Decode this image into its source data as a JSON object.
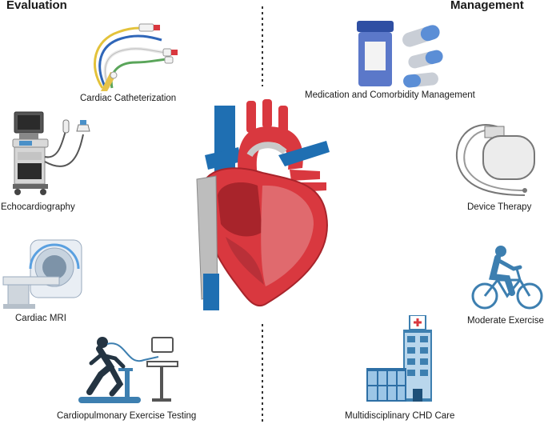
{
  "headings": {
    "evaluation": "Evaluation",
    "management": "Management"
  },
  "evaluation_items": [
    {
      "label": "Cardiac Catheterization",
      "icon": "catheter-icon"
    },
    {
      "label": "Echocardiography",
      "icon": "ultrasound-machine-icon"
    },
    {
      "label": "Cardiac MRI",
      "icon": "mri-scanner-icon"
    },
    {
      "label": "Cardiopulmonary Exercise Testing",
      "icon": "treadmill-test-icon"
    }
  ],
  "management_items": [
    {
      "label": "Medication and Comorbidity Management",
      "icon": "pill-bottle-icon"
    },
    {
      "label": "Device Therapy",
      "icon": "pacemaker-icon"
    },
    {
      "label": "Moderate Exercise",
      "icon": "cyclist-icon"
    },
    {
      "label": "Multidisciplinary CHD Care",
      "icon": "hospital-icon"
    }
  ],
  "center": {
    "icon": "heart-anatomy-icon"
  },
  "colors": {
    "heart_red": "#d9383f",
    "heart_dark": "#a8242b",
    "vein_blue": "#1f6fb2",
    "icon_steel": "#3d7fb0",
    "pill_blue": "#5b8ed6"
  }
}
